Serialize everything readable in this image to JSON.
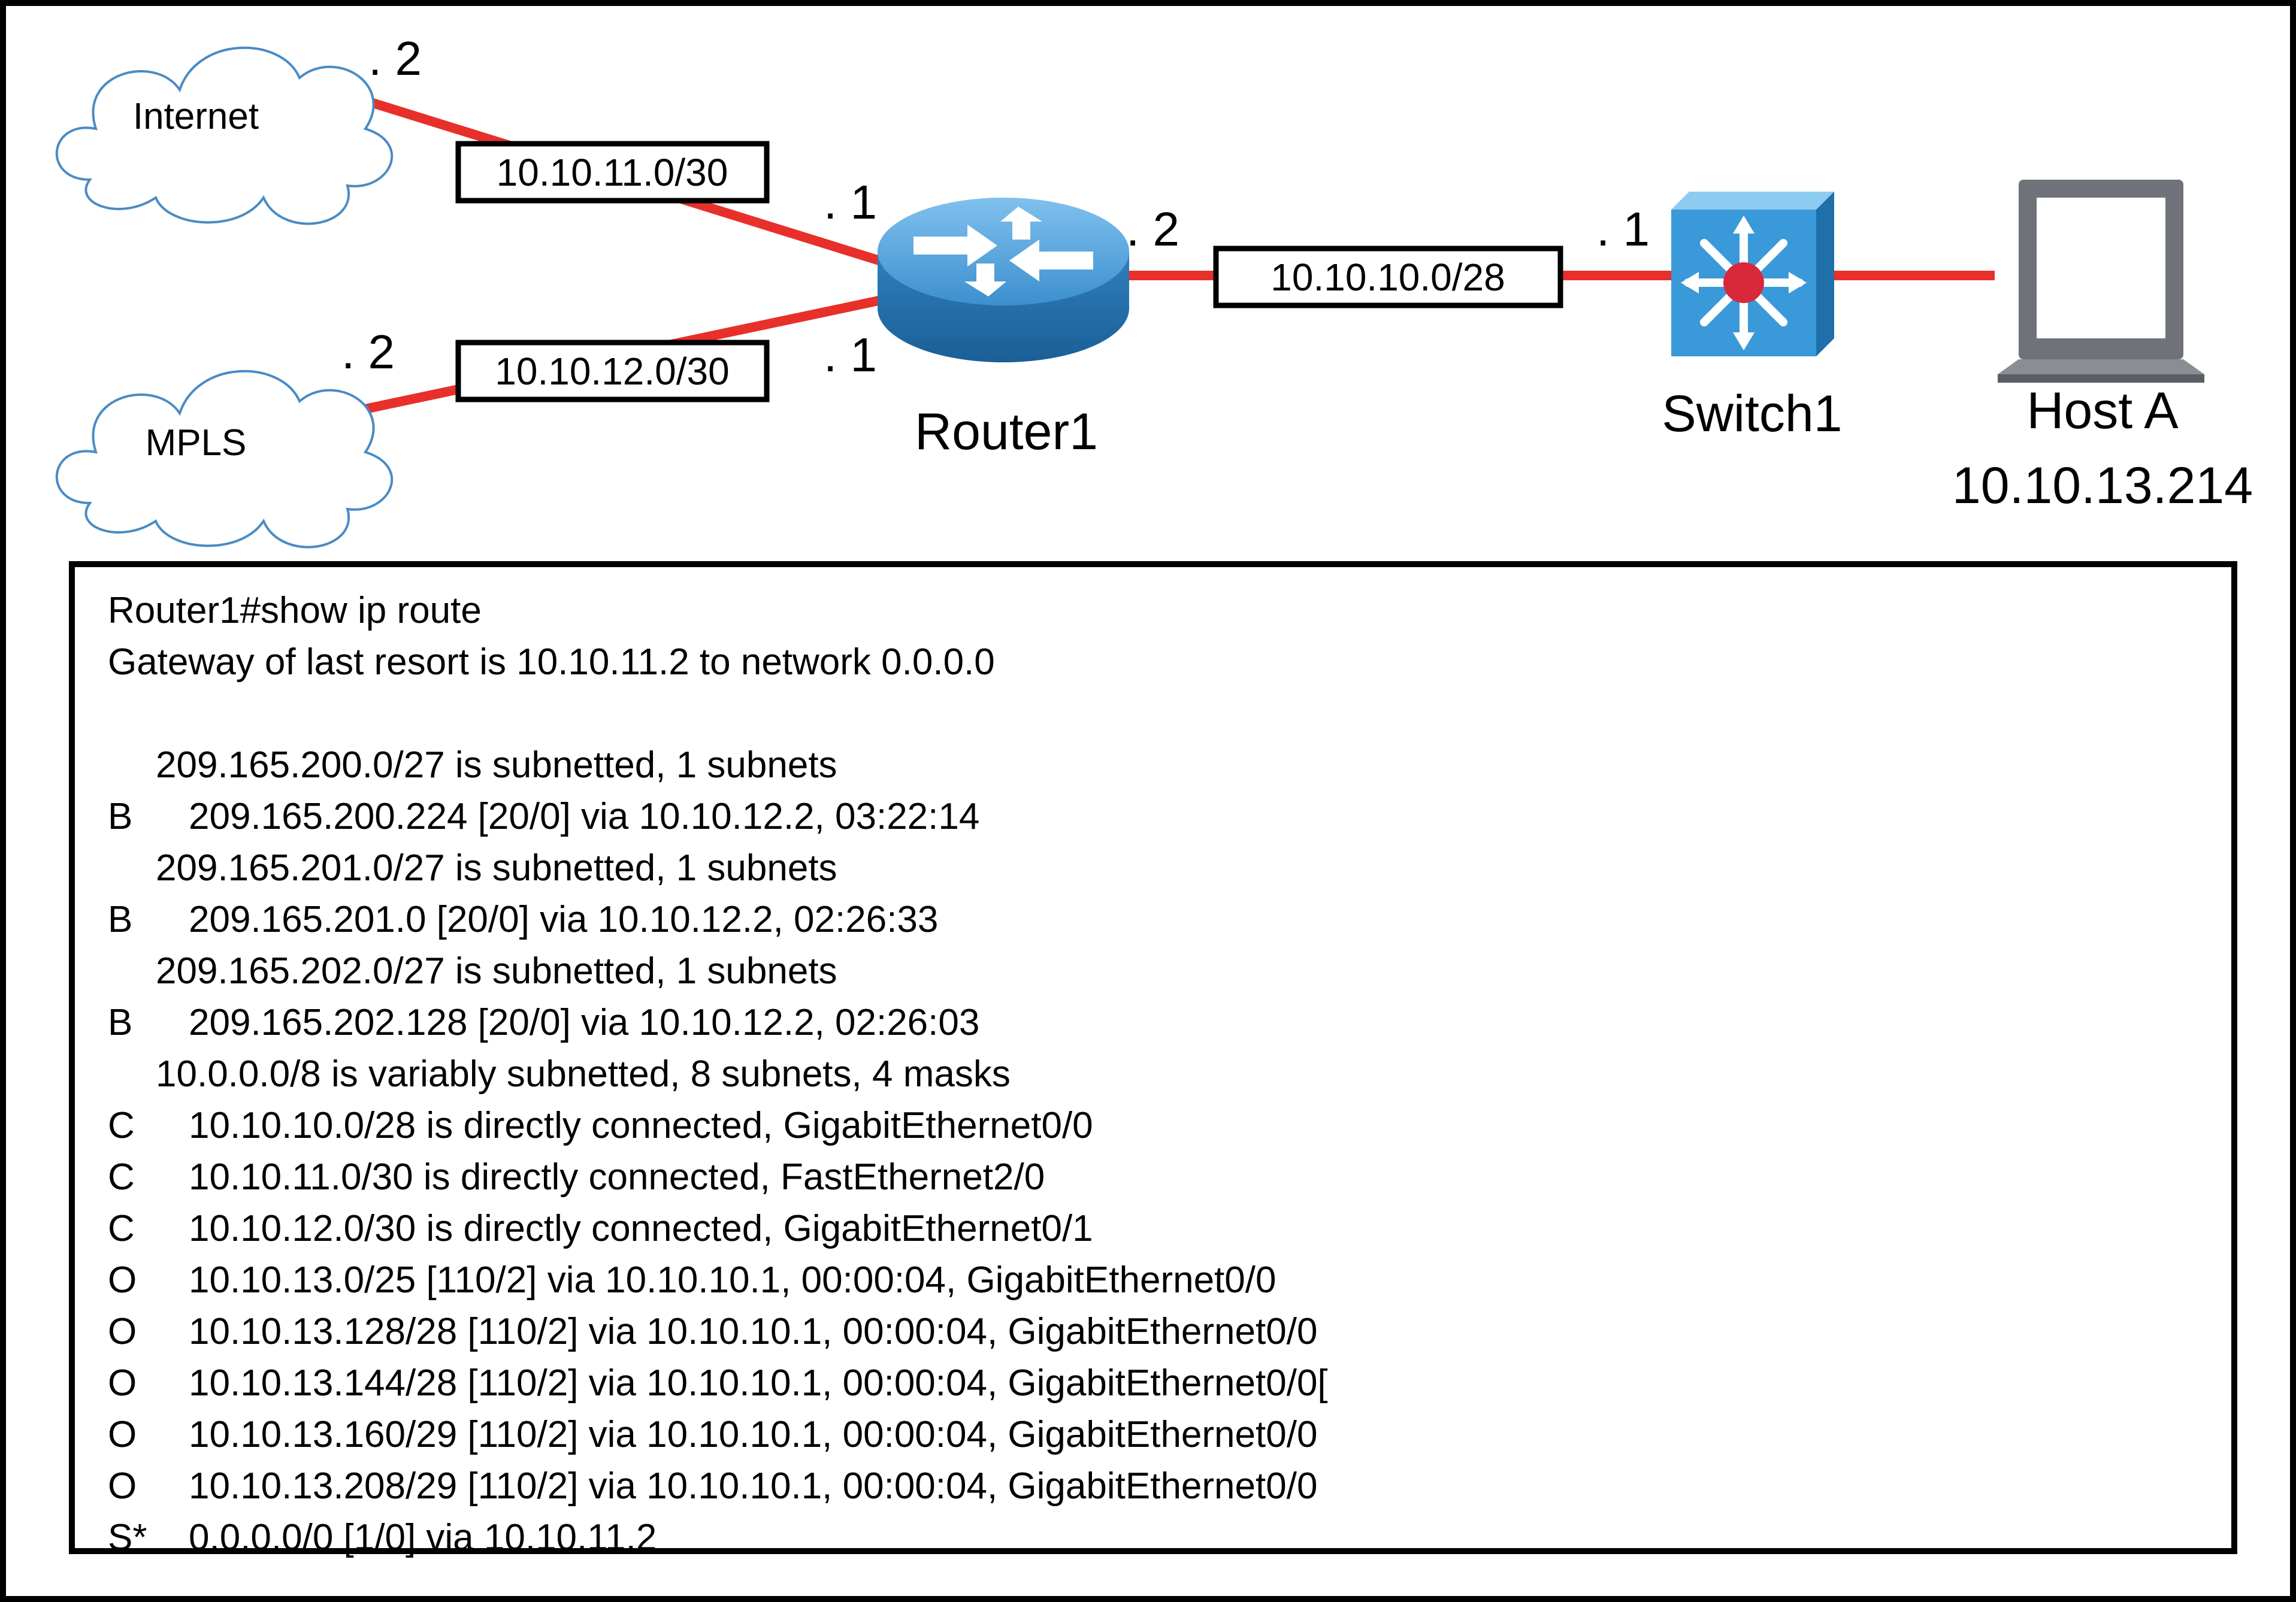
{
  "topology": {
    "clouds": [
      {
        "id": "internet",
        "label": "Internet",
        "ip_suffix": ". 2"
      },
      {
        "id": "mpls",
        "label": "MPLS",
        "ip_suffix": ". 2"
      }
    ],
    "router": {
      "label": "Router1",
      "suffix_internet": ". 1",
      "suffix_mpls": ". 1",
      "suffix_lan": ". 2"
    },
    "switch": {
      "label": "Switch1",
      "suffix": ". 1"
    },
    "host": {
      "label": "Host A",
      "ip": "10.10.13.214"
    },
    "subnets": {
      "internet_link": "10.10.11.0/30",
      "mpls_link": "10.10.12.0/30",
      "lan_link": "10.10.10.0/28"
    },
    "colors": {
      "link": "#e8302a",
      "router": "#3d8fcf",
      "switch": "#3a9ad9",
      "switch_center": "#d9283a"
    }
  },
  "route_table": {
    "command": "Router1#show ip route",
    "gateway": "Gateway of last resort is 10.10.11.2 to network 0.0.0.0",
    "entries": [
      {
        "code": "",
        "text": "209.165.200.0/27 is subnetted, 1 subnets"
      },
      {
        "code": "B",
        "text": "209.165.200.224 [20/0] via 10.10.12.2, 03:22:14"
      },
      {
        "code": "",
        "text": "209.165.201.0/27 is subnetted, 1 subnets"
      },
      {
        "code": "B",
        "text": "209.165.201.0 [20/0] via 10.10.12.2, 02:26:33"
      },
      {
        "code": "",
        "text": "209.165.202.0/27 is subnetted, 1 subnets"
      },
      {
        "code": "B",
        "text": "209.165.202.128 [20/0] via 10.10.12.2, 02:26:03"
      },
      {
        "code": "",
        "text": "10.0.0.0/8 is variably subnetted, 8 subnets, 4 masks"
      },
      {
        "code": "C",
        "text": "10.10.10.0/28 is directly connected, GigabitEthernet0/0"
      },
      {
        "code": "C",
        "text": "10.10.11.0/30 is directly connected, FastEthernet2/0"
      },
      {
        "code": "C",
        "text": "10.10.12.0/30 is directly connected, GigabitEthernet0/1"
      },
      {
        "code": "O",
        "text": "10.10.13.0/25 [110/2] via 10.10.10.1, 00:00:04, GigabitEthernet0/0"
      },
      {
        "code": "O",
        "text": "10.10.13.128/28 [110/2] via 10.10.10.1, 00:00:04, GigabitEthernet0/0"
      },
      {
        "code": "O",
        "text": "10.10.13.144/28 [110/2] via 10.10.10.1, 00:00:04, GigabitEthernet0/0["
      },
      {
        "code": "O",
        "text": "10.10.13.160/29 [110/2] via 10.10.10.1, 00:00:04, GigabitEthernet0/0"
      },
      {
        "code": "O",
        "text": "10.10.13.208/29 [110/2] via 10.10.10.1, 00:00:04, GigabitEthernet0/0"
      },
      {
        "code": "S*",
        "text": "0.0.0.0/0 [1/0] via 10.10.11.2"
      }
    ]
  }
}
